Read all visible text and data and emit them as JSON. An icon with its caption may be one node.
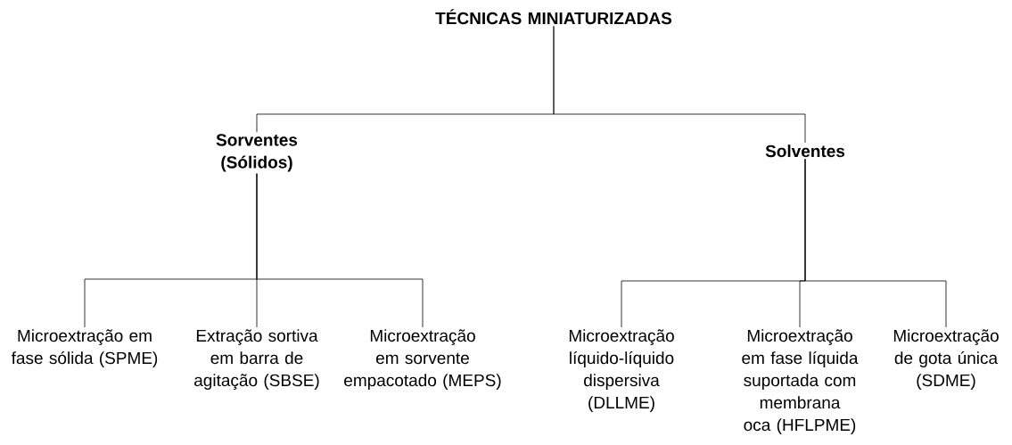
{
  "diagram": {
    "nodes": [
      {
        "text": [
          "TÉCNICAS MINIATURIZADAS"
        ]
      },
      {
        "text": [
          "Sorventes (Sólidos)"
        ]
      },
      {
        "text": [
          "Solventes"
        ]
      },
      {
        "text": [
          "Microextração em fase sólida (SPME)"
        ]
      },
      {
        "text": [
          "Extração sortiva em barra de agitação (SBSE)"
        ]
      },
      {
        "text": [
          "Microextração em sorvente empacotado (MEPS)"
        ]
      },
      {
        "text": [
          "Microextração líquido-líquido dispersiva (DLLME)"
        ]
      },
      {
        "text": [
          "Microextração em fase líquida suportada com membrana oca (HFLPME)"
        ]
      },
      {
        "text": [
          "Microextração de gota única (SDME)"
        ]
      }
    ],
    "edges": [
      {
        "from": 0,
        "to": 1,
        "arrow": "none"
      },
      {
        "from": 0,
        "to": 2,
        "arrow": "none"
      },
      {
        "from": 1,
        "to": 3,
        "arrow": "none"
      },
      {
        "from": 1,
        "to": 4,
        "arrow": "none"
      },
      {
        "from": 1,
        "to": 5,
        "arrow": "none"
      },
      {
        "from": 2,
        "to": 6,
        "arrow": "none"
      },
      {
        "from": 2,
        "to": 7,
        "arrow": "none"
      },
      {
        "from": 2,
        "to": 8,
        "arrow": "none"
      }
    ]
  }
}
